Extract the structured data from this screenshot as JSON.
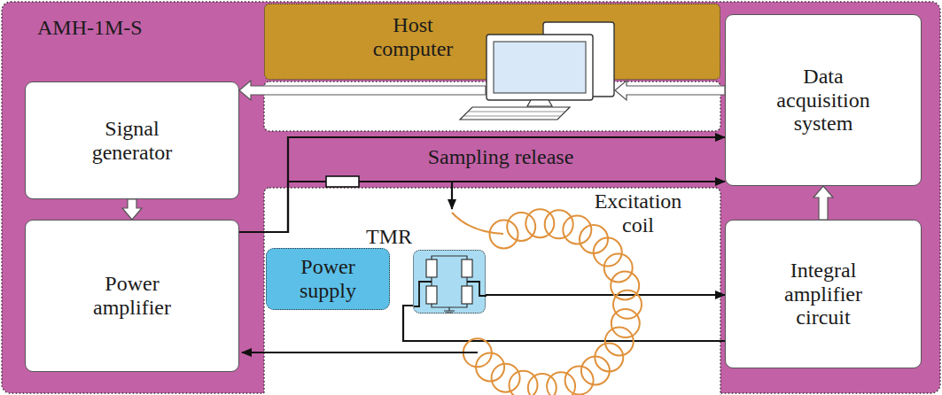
{
  "diagram": {
    "nodes": [
      {
        "text": [
          "AMH-1M-S"
        ]
      },
      {
        "text": [
          "Signal generator"
        ],
        "in": 0
      },
      {
        "text": [
          "Power amplifier"
        ],
        "in": 0
      },
      {
        "text": [
          "Host computer"
        ]
      },
      {
        "text": [
          "Data acquisition system"
        ]
      },
      {
        "text": [
          "Integral amplifier circuit"
        ]
      },
      {
        "text": [
          "Power supply"
        ]
      },
      {
        "text": [
          "TMR"
        ]
      }
    ],
    "edges": [
      {
        "from": 3,
        "to": 1,
        "arrow": "to"
      },
      {
        "from": 4,
        "to": 3,
        "arrow": "to"
      },
      {
        "from": 1,
        "to": 2,
        "arrow": "to"
      },
      {
        "from": 5,
        "to": 4,
        "arrow": "to"
      },
      {
        "from": 2,
        "to": 4,
        "arrow": "to"
      },
      {
        "from": 2,
        "to": 4,
        "label": "Sampling release",
        "arrow": "to"
      },
      {
        "from": 7,
        "to": 5,
        "arrow": "to"
      },
      {
        "from": 7,
        "to": 5,
        "arrow": "none"
      }
    ],
    "labels": [
      "Excitation coil"
    ]
  }
}
